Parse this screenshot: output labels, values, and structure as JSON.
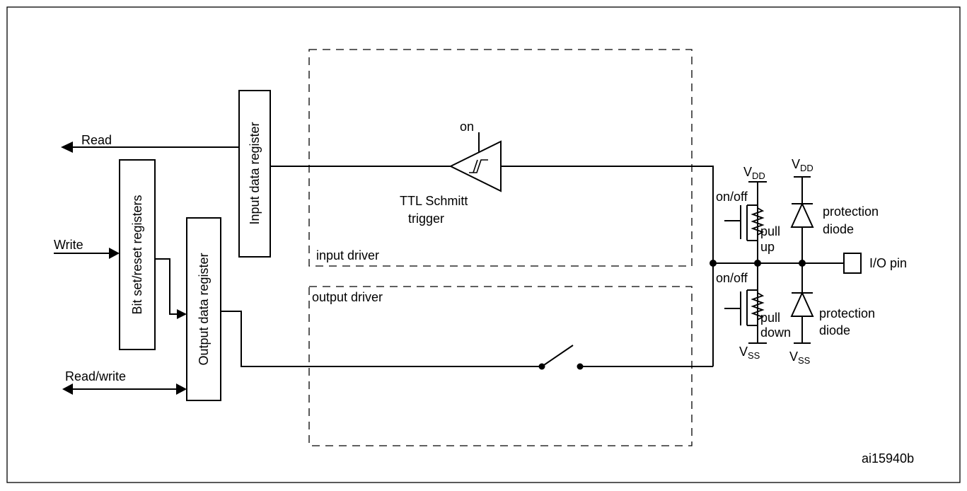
{
  "signals": {
    "read": "Read",
    "write": "Write",
    "read_write": "Read/write"
  },
  "blocks": {
    "input_data_register": "Input data register",
    "bit_set_reset_registers": "Bit set/reset registers",
    "output_data_register": "Output data register"
  },
  "drivers": {
    "input_driver": "input driver",
    "output_driver": "output driver"
  },
  "schmitt": {
    "on": "on",
    "line1": "TTL Schmitt",
    "line2": "trigger"
  },
  "pull_up": {
    "control": "on/off",
    "line1": "pull",
    "line2": "up",
    "supply_main": "V",
    "supply_sub": "DD"
  },
  "pull_down": {
    "control": "on/off",
    "line1": "pull",
    "line2": "down",
    "supply_main": "V",
    "supply_sub": "SS"
  },
  "diode_top": {
    "line1": "protection",
    "line2": "diode",
    "supply_main": "V",
    "supply_sub": "DD"
  },
  "diode_bottom": {
    "line1": "protection",
    "line2": "diode",
    "supply_main": "V",
    "supply_sub": "SS"
  },
  "io_pin": "I/O pin",
  "figure_id": "ai15940b"
}
